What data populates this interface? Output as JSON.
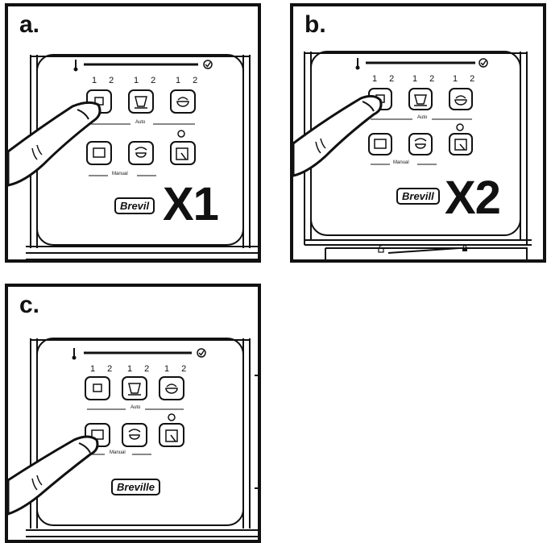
{
  "panels": [
    {
      "label": "a.",
      "multiplier": "X1",
      "logo": "Brevil",
      "num1": "1 2",
      "num2": "1 2",
      "num3": "1 2",
      "auto": "Auto",
      "manual": "Manual"
    },
    {
      "label": "b.",
      "multiplier": "X2",
      "logo": "Brevill",
      "num1": "1 2",
      "num2": "1 2",
      "num3": "1 2",
      "auto": "Auto",
      "manual": "Manual"
    },
    {
      "label": "c.",
      "multiplier": "",
      "logo": "Breville",
      "num1": "1 2",
      "num2": "1 2",
      "num3": "1 2",
      "auto": "Auto",
      "manual": "Manual"
    }
  ],
  "icons": [
    "thermometer-icon",
    "check-circle-icon",
    "single-cup-icon",
    "tall-cup-icon",
    "cappuccino-cup-icon",
    "manual-espresso-icon",
    "manual-milk-icon",
    "clean-descale-icon",
    "finger-pressing",
    "unlock-icon",
    "lock-icon"
  ]
}
